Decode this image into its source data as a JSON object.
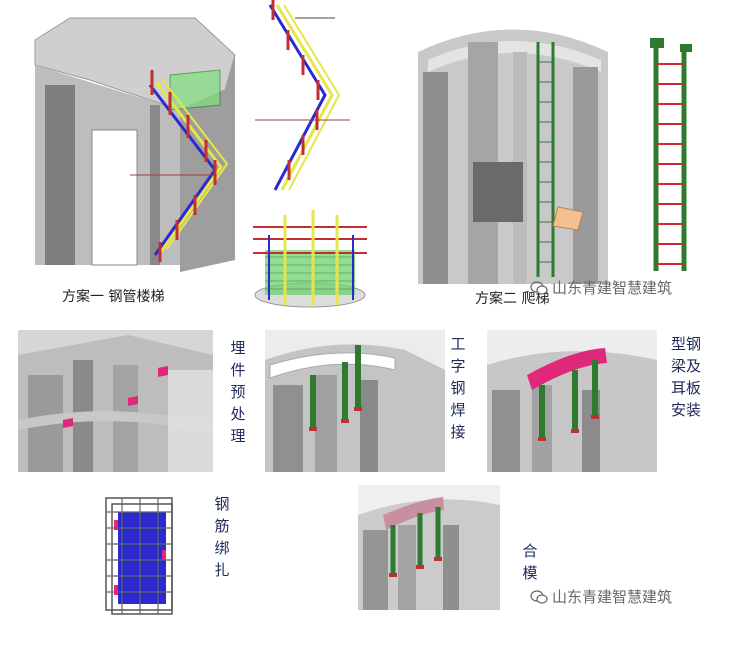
{
  "captions": {
    "scheme1": "方案一 钢管楼梯",
    "scheme2": "方案二 爬梯"
  },
  "steps": {
    "embed": "埋件预处理",
    "ibeam": "工字钢焊接",
    "steel": "型钢梁及耳板安装",
    "rebar": "钢筋绑扎",
    "form": "合模"
  },
  "watermark": "山东青建智慧建筑",
  "colors": {
    "wall": "#a9a9a9",
    "rail_yellow": "#e6e64a",
    "post_red": "#c03030",
    "beam_blue": "#2a2ad0",
    "column_green": "#2f7a2f",
    "beam_pink": "#e0287a",
    "mesh_green": "#6fd06f",
    "text_blue": "#1e2a5a"
  }
}
